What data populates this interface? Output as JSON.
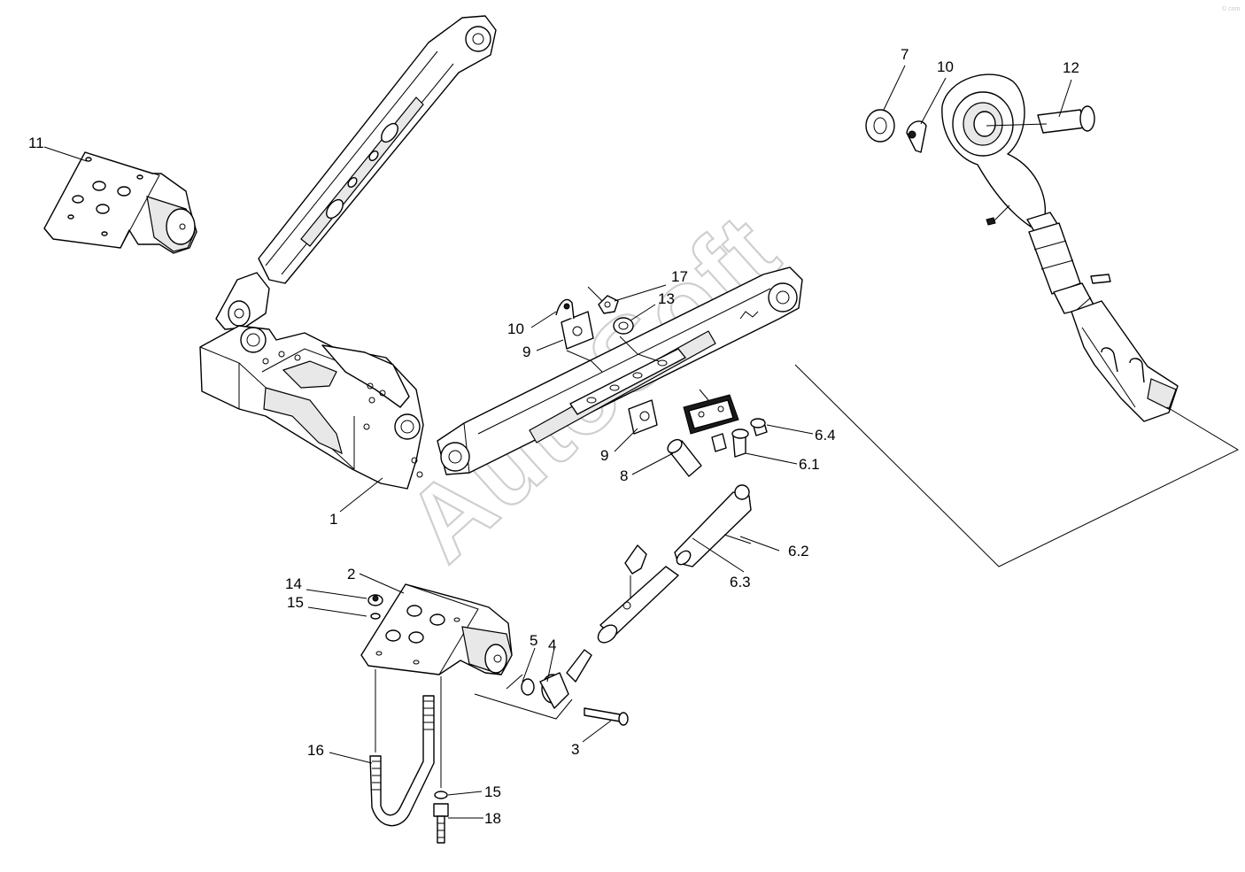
{
  "watermark": "AutoSoft",
  "corner_mark": "© com",
  "callouts": {
    "c1": "1",
    "c2": "2",
    "c3": "3",
    "c4": "4",
    "c5": "5",
    "c6_1": "6.1",
    "c6_2": "6.2",
    "c6_3": "6.3",
    "c6_4": "6.4",
    "c7": "7",
    "c8": "8",
    "c9_a": "9",
    "c9_b": "9",
    "c10_a": "10",
    "c10_b": "10",
    "c11": "11",
    "c12": "12",
    "c13": "13",
    "c14": "14",
    "c15_a": "15",
    "c15_b": "15",
    "c16": "16",
    "c17": "17",
    "c18": "18"
  }
}
